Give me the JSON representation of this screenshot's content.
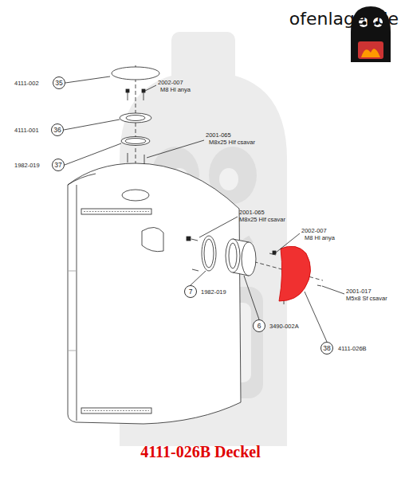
{
  "diagram": {
    "title": "4111-026B Deckel",
    "nodes": [
      {
        "text": [
          "35"
        ]
      },
      {
        "text": [
          "36"
        ]
      },
      {
        "text": [
          "37"
        ]
      },
      {
        "text": [
          "7"
        ]
      },
      {
        "text": [
          "6"
        ]
      },
      {
        "text": [
          "38"
        ]
      }
    ],
    "labels": [
      "ofenlager.de",
      "4111-002",
      "2002-007",
      "M8 Hl anya",
      "4111-001",
      "2001-065",
      "M8x25 Hlf csavar",
      "1982-019",
      "2001-065",
      "M8x25 Hlf csavar",
      "2002-007",
      "M8 Hl anya",
      "2001-017",
      "M5x8 Sf csavar",
      "1982-019",
      "3490-002A",
      "4111-026B"
    ]
  }
}
